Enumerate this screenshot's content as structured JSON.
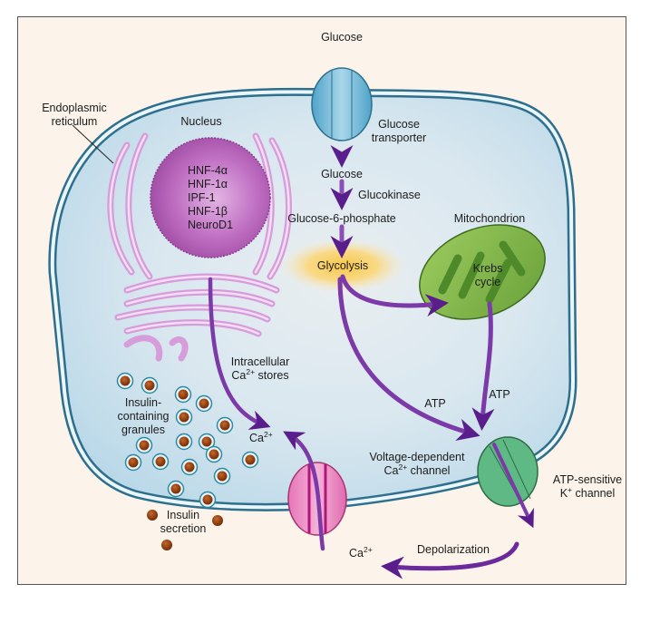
{
  "figure": {
    "title": "Pancreatic beta-cell insulin secretion pathway",
    "colors": {
      "background": "#fcf4ea",
      "cytoplasm": "#cfe3ee",
      "membrane": "#2d6f8c",
      "nucleus": "#b05cb3",
      "er": "#d9a6db",
      "mitochondrion": "#7fb24a",
      "glycolysis_glow": "#f3c15a",
      "arrow": "#5a1d8c",
      "granule": "#8b3c0e",
      "ca_channel": "#e061ad",
      "k_channel": "#4fb07a",
      "glucose_transporter": "#6fb6d6"
    }
  },
  "labels": {
    "glucose_outside": "Glucose",
    "glucose_transporter_1": "Glucose",
    "glucose_transporter_2": "transporter",
    "glucose_inside": "Glucose",
    "glucokinase": "Glucokinase",
    "g6p": "Glucose-6-phosphate",
    "glycolysis": "Glycolysis",
    "mitochondrion": "Mitochondrion",
    "krebs_1": "Krebs",
    "krebs_2": "cycle",
    "er_1": "Endoplasmic",
    "er_2": "reticulum",
    "nucleus": "Nucleus",
    "nucleus_factors": [
      "HNF-4α",
      "HNF-1α",
      "IPF-1",
      "HNF-1β",
      "NeuroD1"
    ],
    "ca_stores_1": "Intracellular",
    "ca_stores_2_a": "Ca",
    "ca_stores_2_sup": "2+",
    "ca_stores_2_b": " stores",
    "granules_1": "Insulin-",
    "granules_2": "containing",
    "granules_3": "granules",
    "ca_inside": "Ca",
    "ca_inside_sup": "2+",
    "atp_left": "ATP",
    "atp_right": "ATP",
    "vd_channel_1": "Voltage-dependent",
    "vd_channel_2_a": "Ca",
    "vd_channel_2_sup": "2+",
    "vd_channel_2_b": " channel",
    "katp_1": "ATP-sensitive",
    "katp_2_a": "K",
    "katp_2_sup": "+",
    "katp_2_b": " channel",
    "insulin_secretion_1": "Insulin",
    "insulin_secretion_2": "secretion",
    "ca_outside": "Ca",
    "ca_outside_sup": "2+",
    "depolarization": "Depolarization"
  }
}
